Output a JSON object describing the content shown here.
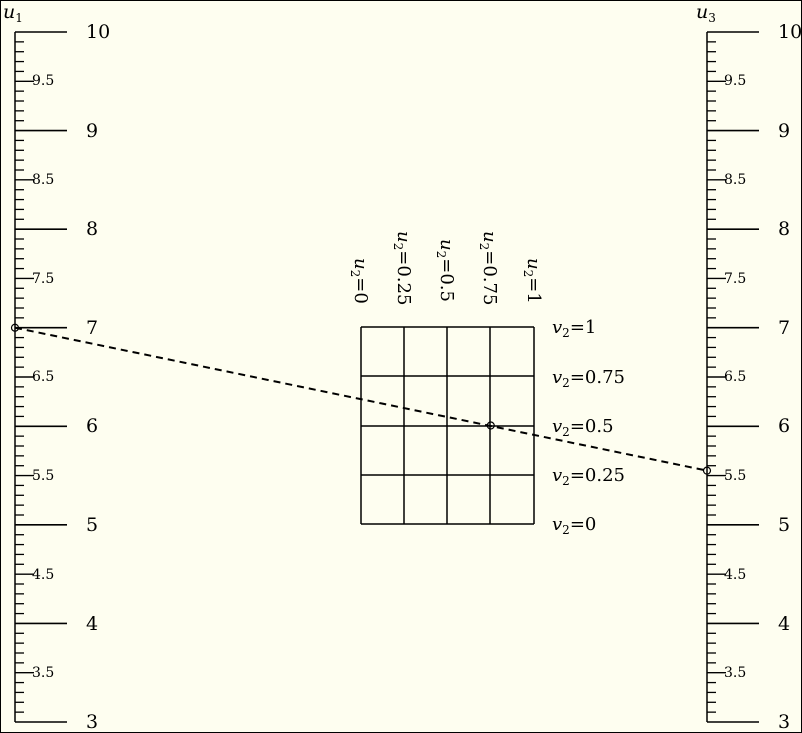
{
  "background_color": "#fefef0",
  "line_color": "#000000",
  "scales": [
    {
      "label_var": "u",
      "label_sub": "1",
      "major": [
        "10",
        "9",
        "8",
        "7",
        "6",
        "5",
        "4",
        "3"
      ],
      "minor": [
        "9.5",
        "8.5",
        "7.5",
        "6.5",
        "5.5",
        "4.5",
        "3.5"
      ]
    },
    {
      "label_var": "u",
      "label_sub": "3",
      "major": [
        "10",
        "9",
        "8",
        "7",
        "6",
        "5",
        "4",
        "3"
      ],
      "minor": [
        "9.5",
        "8.5",
        "7.5",
        "6.5",
        "5.5",
        "4.5",
        "3.5"
      ]
    }
  ],
  "grid": {
    "u2_labels": [
      {
        "var": "u",
        "sub": "2",
        "rest": "=0"
      },
      {
        "var": "u",
        "sub": "2",
        "rest": "=0.25"
      },
      {
        "var": "u",
        "sub": "2",
        "rest": "=0.5"
      },
      {
        "var": "u",
        "sub": "2",
        "rest": "=0.75"
      },
      {
        "var": "u",
        "sub": "2",
        "rest": "=1"
      }
    ],
    "v2_labels": [
      {
        "var": "v",
        "sub": "2",
        "rest": "=1"
      },
      {
        "var": "v",
        "sub": "2",
        "rest": "=0.75"
      },
      {
        "var": "v",
        "sub": "2",
        "rest": "=0.5"
      },
      {
        "var": "v",
        "sub": "2",
        "rest": "=0.25"
      },
      {
        "var": "v",
        "sub": "2",
        "rest": "=0"
      }
    ]
  },
  "isopleth": {
    "u1": 7,
    "u2": 0.75,
    "v2": 0.5,
    "u3": 5.55
  }
}
